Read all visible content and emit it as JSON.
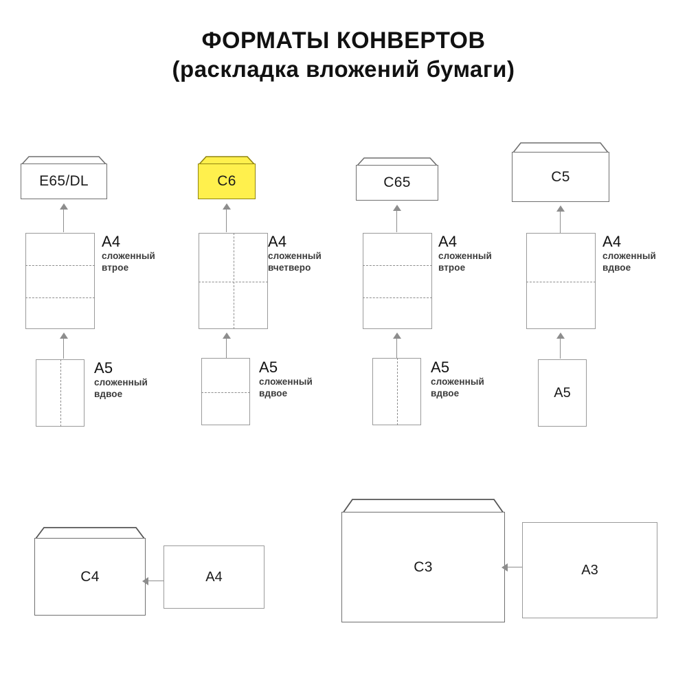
{
  "title": {
    "line1": "ФОРМАТЫ КОНВЕРТОВ",
    "line2": "(раскладка вложений бумаги)"
  },
  "colors": {
    "highlight": "#FFF04D",
    "highlight_border": "#8f8410",
    "outline": "#6f6f6f",
    "sheet_outline": "#9a9a9a",
    "fold_line": "#8d8d8d",
    "text": "#1a1a1a",
    "background": "#ffffff"
  },
  "columns": [
    {
      "envelope": {
        "label": "E65/DL",
        "highlighted": false
      },
      "sheets": [
        {
          "label": "A4",
          "note_line1": "сложенный",
          "note_line2": "втрое",
          "folds": "two-horizontal",
          "label_position": "right"
        },
        {
          "label": "A5",
          "note_line1": "сложенный",
          "note_line2": "вдвое",
          "folds": "one-vertical",
          "label_position": "right"
        }
      ]
    },
    {
      "envelope": {
        "label": "C6",
        "highlighted": true
      },
      "sheets": [
        {
          "label": "A4",
          "note_line1": "сложенный",
          "note_line2": "вчетверо",
          "folds": "cross",
          "label_position": "right"
        },
        {
          "label": "A5",
          "note_line1": "сложенный",
          "note_line2": "вдвое",
          "folds": "one-horizontal",
          "label_position": "right"
        }
      ]
    },
    {
      "envelope": {
        "label": "C65",
        "highlighted": false
      },
      "sheets": [
        {
          "label": "A4",
          "note_line1": "сложенный",
          "note_line2": "втрое",
          "folds": "two-horizontal",
          "label_position": "right"
        },
        {
          "label": "A5",
          "note_line1": "сложенный",
          "note_line2": "вдвое",
          "folds": "one-vertical",
          "label_position": "right"
        }
      ]
    },
    {
      "envelope": {
        "label": "C5",
        "highlighted": false
      },
      "sheets": [
        {
          "label": "A4",
          "note_line1": "сложенный",
          "note_line2": "вдвое",
          "folds": "one-horizontal",
          "label_position": "right"
        },
        {
          "label": "A5",
          "note_line1": "",
          "note_line2": "",
          "folds": "none",
          "label_position": "inside"
        }
      ]
    }
  ],
  "bottom_row": [
    {
      "envelope": {
        "label": "C4",
        "highlighted": false
      },
      "sheet": {
        "label": "A4",
        "folds": "none",
        "label_position": "inside"
      }
    },
    {
      "envelope": {
        "label": "C3",
        "highlighted": false
      },
      "sheet": {
        "label": "A3",
        "folds": "none",
        "label_position": "inside"
      }
    }
  ]
}
